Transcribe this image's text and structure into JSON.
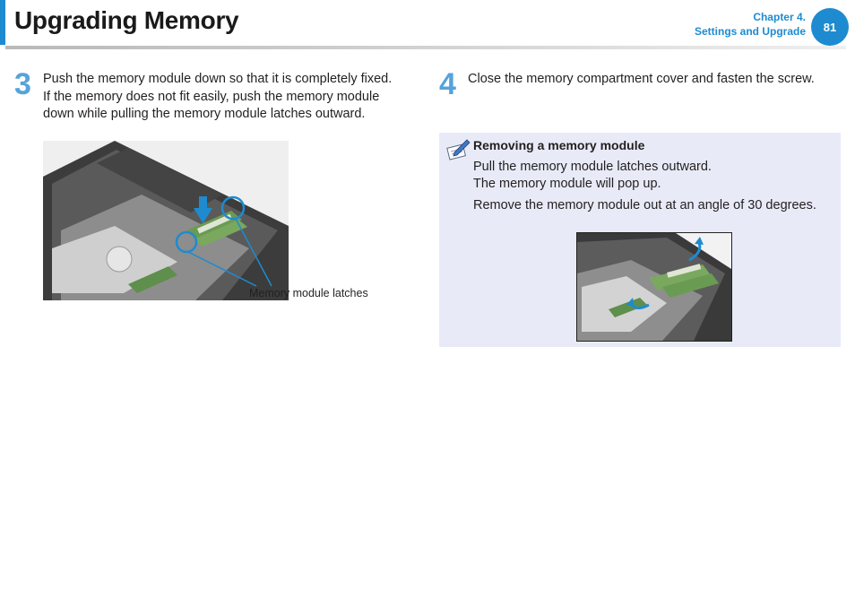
{
  "header": {
    "title": "Upgrading Memory",
    "chapter": "Chapter 4.",
    "section": "Settings and Upgrade",
    "page_number": "81"
  },
  "step3": {
    "number": "3",
    "lines": [
      "Push the memory module down so that it is completely fixed.",
      "If the memory does not fit easily, push the memory module",
      "down while pulling the memory module latches outward."
    ],
    "figure_caption": "Memory module latches"
  },
  "step4": {
    "number": "4",
    "text": "Close the memory compartment cover and fasten the screw."
  },
  "note": {
    "icon": "pencil-note-icon",
    "title": "Removing a memory module",
    "line1": "Pull the memory module latches outward.",
    "line2": "The memory module will pop up.",
    "line3": "Remove the memory module out at an angle of 30 degrees."
  },
  "colors": {
    "accent": "#1e8bd0",
    "step_number": "#56a3da",
    "note_background": "#e8ebf7"
  }
}
